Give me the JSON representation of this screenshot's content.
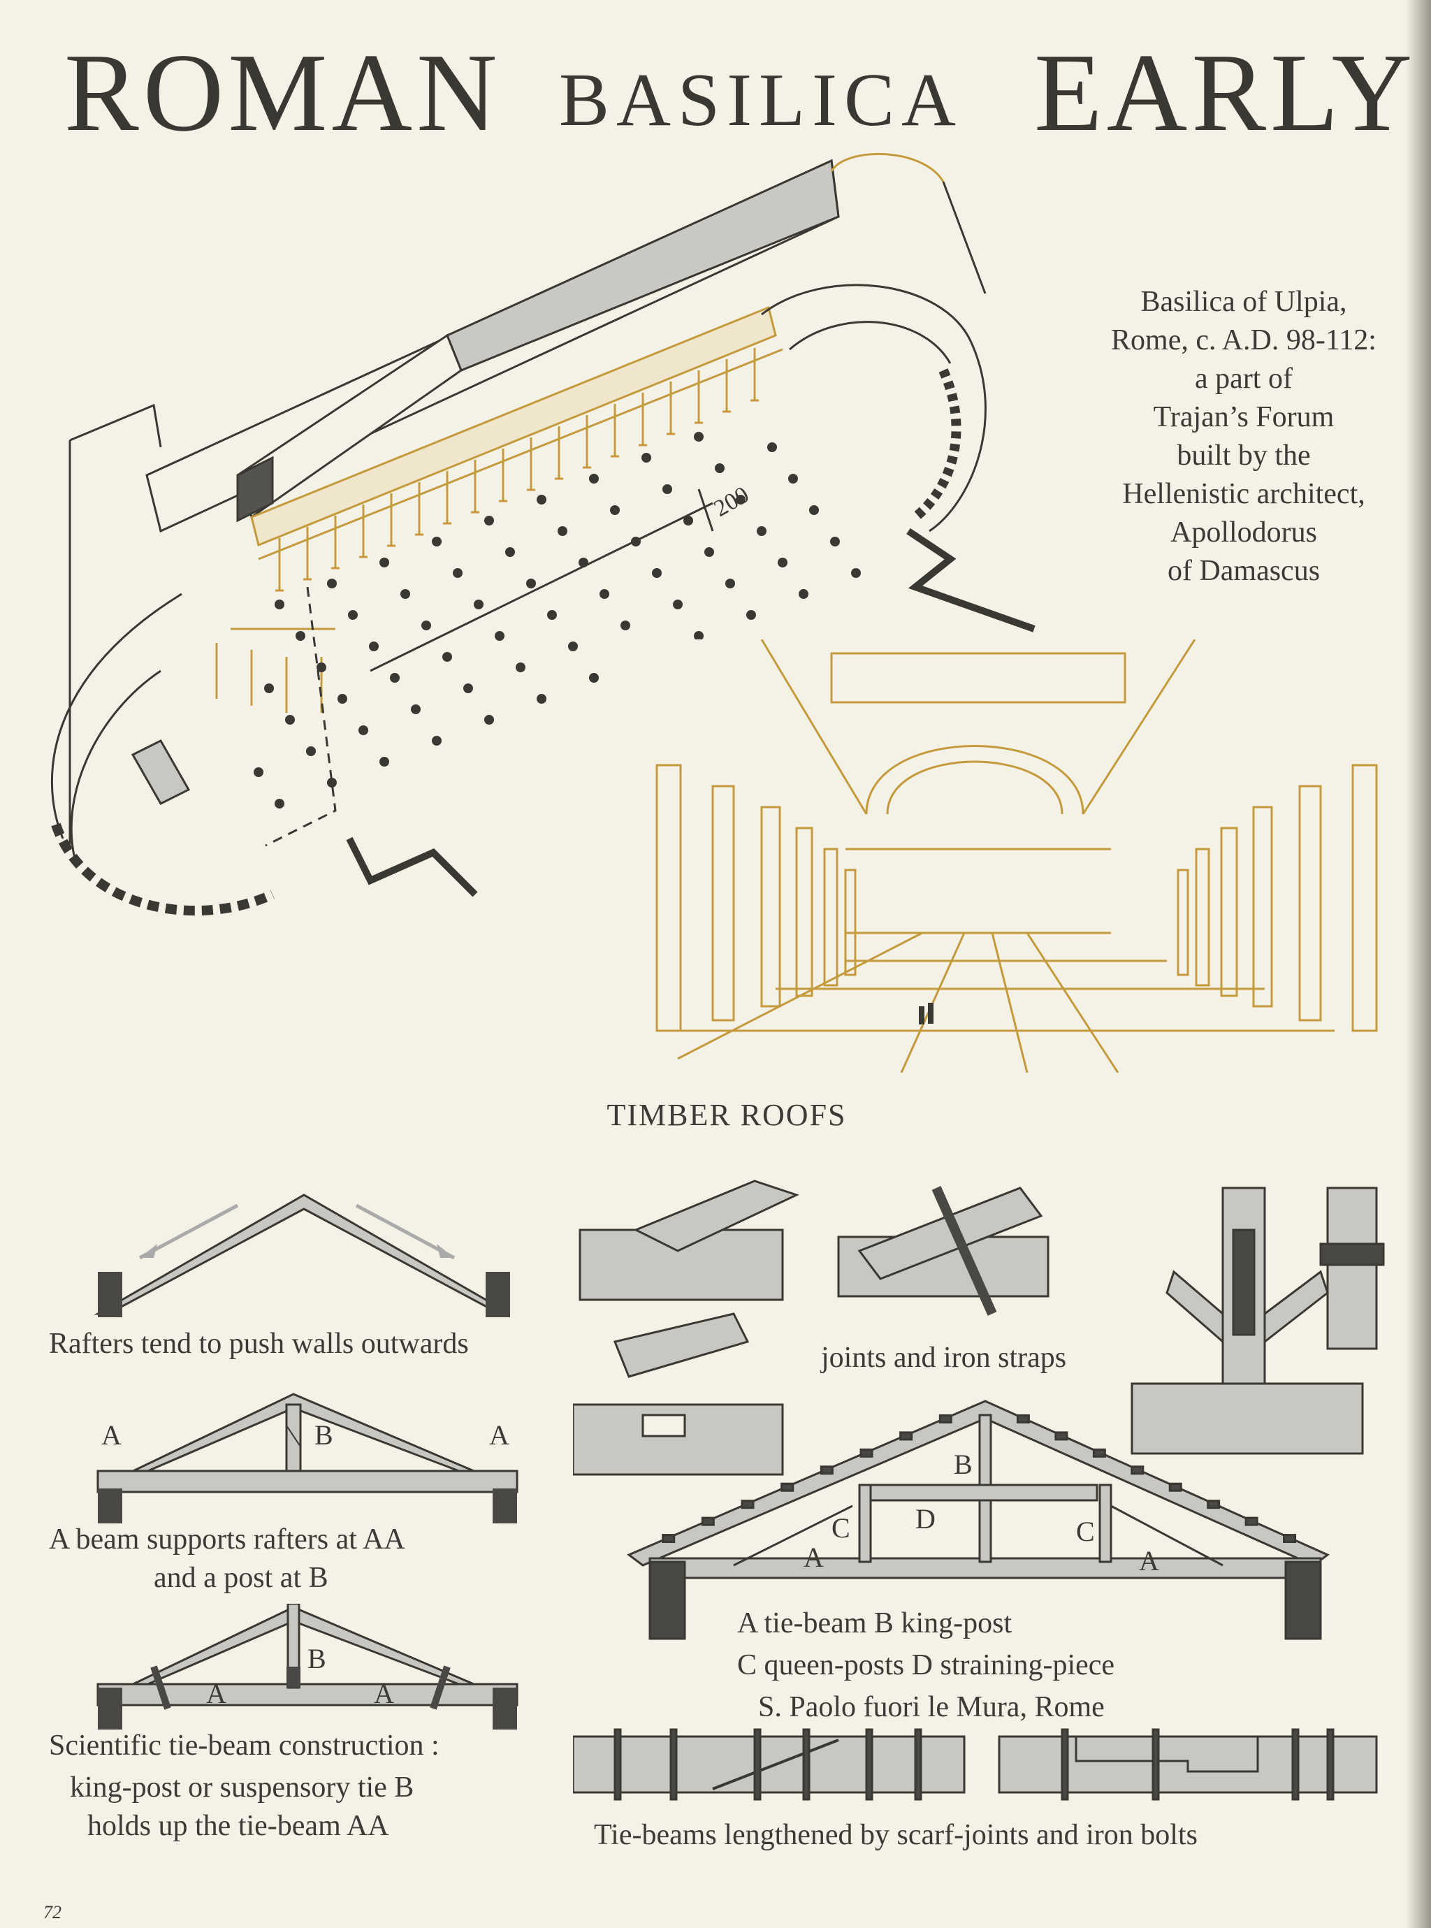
{
  "header": {
    "word1": "ROMAN",
    "word2": "BASILICA",
    "word3": "EARLY"
  },
  "ulpia_caption": {
    "lines": [
      "Basilica of Ulpia,",
      "Rome, c. A.D. 98-112:",
      "a part of",
      "Trajan’s  Forum",
      "built by the",
      "Hellenistic architect,",
      "Apollodorus",
      "of Damascus"
    ]
  },
  "plan_dimension": "200",
  "section_title": "TIMBER ROOFS",
  "roof_diagrams": {
    "rafters": {
      "caption": "Rafters tend to push walls  outwards"
    },
    "beam": {
      "label_a_left": "A",
      "label_b": "B",
      "label_a_right": "A",
      "caption_line1": "A beam supports rafters at  AA",
      "caption_line2": "and a post at B"
    },
    "scientific": {
      "label_b": "B",
      "label_a_left": "A",
      "label_a_right": "A",
      "caption_line1": "Scientific  tie-beam construction :",
      "caption_line2": "king-post or suspensory tie B",
      "caption_line3": "holds up  the tie-beam AA"
    }
  },
  "joints_caption": "joints and iron straps",
  "truss": {
    "label_b": "B",
    "label_d": "D",
    "label_c_left": "C",
    "label_c_right": "C",
    "label_a_left": "A",
    "label_a_right": "A",
    "legend_line1": "A tie-beam        B king-post",
    "legend_line2": "C queen-posts   D straining-piece",
    "legend_line3": "S. Paolo fuori le Mura, Rome"
  },
  "scarf_caption": "Tie-beams lengthened by scarf-joints and iron bolts",
  "page_number": "72",
  "colors": {
    "paper": "#f4f2e6",
    "ink": "#3a3833",
    "ochre": "#c49a3c",
    "grey_fill": "#c8c7c2",
    "dark_fill": "#4a4845"
  }
}
